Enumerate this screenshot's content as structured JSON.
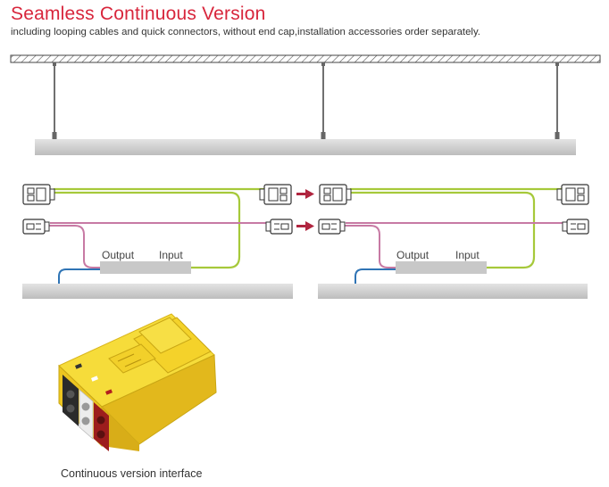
{
  "header": {
    "title": "Seamless Continuous Version",
    "subtitle": "including looping cables and quick connectors, without end cap,installation accessories order separately."
  },
  "modules": [
    {
      "output_label": "Output",
      "input_label": "Input"
    },
    {
      "output_label": "Output",
      "input_label": "Input"
    }
  ],
  "product": {
    "caption": "Continuous version interface"
  },
  "colors": {
    "title": "#d8263c",
    "green_wire": "#a6c93a",
    "pink_wire": "#c77aa4",
    "blue_wire": "#2f74b5",
    "arrow": "#b0253f",
    "fixture": "#cfcfcf",
    "connector_body": "#f3d327"
  }
}
